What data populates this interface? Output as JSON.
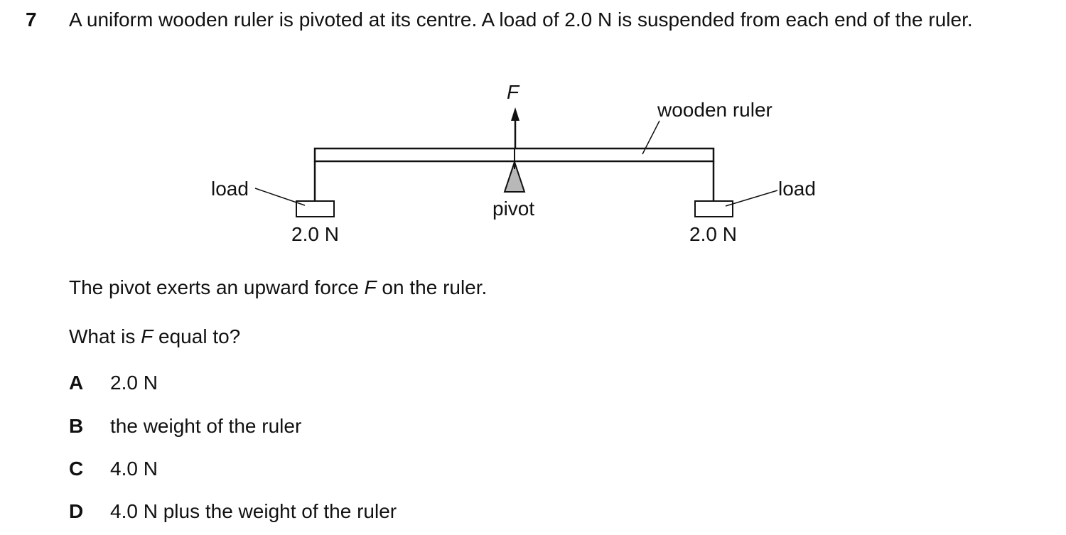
{
  "question": {
    "number": "7",
    "stem": "A uniform wooden ruler is pivoted at its centre. A load of 2.0 N is suspended from each end of the ruler."
  },
  "diagram": {
    "force_label": "F",
    "ruler_label": "wooden ruler",
    "left_load_label": "load",
    "right_load_label": "load",
    "pivot_label": "pivot",
    "left_weight": "2.0 N",
    "right_weight": "2.0 N"
  },
  "text": {
    "statement_before": "The pivot exerts an upward force ",
    "statement_var": "F",
    "statement_after": " on the ruler.",
    "prompt_before": "What is ",
    "prompt_var": "F",
    "prompt_after": " equal to?"
  },
  "options": [
    {
      "letter": "A",
      "text": "2.0 N"
    },
    {
      "letter": "B",
      "text": "the weight of the ruler"
    },
    {
      "letter": "C",
      "text": "4.0 N"
    },
    {
      "letter": "D",
      "text": "4.0 N plus the weight of the ruler"
    }
  ]
}
